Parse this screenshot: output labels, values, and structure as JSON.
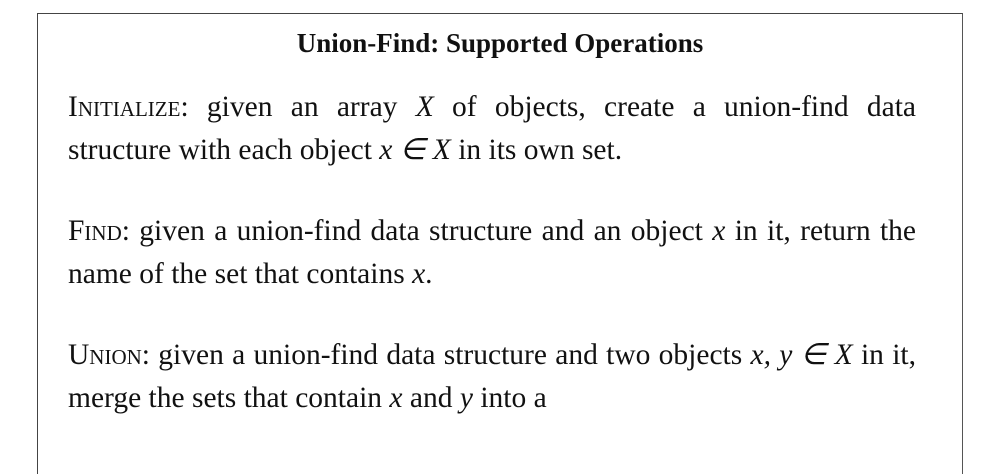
{
  "title": "Union-Find: Supported Operations",
  "operations": [
    {
      "name": "Initialize",
      "text_a": ": given an array ",
      "var1": "X",
      "text_b": " of objects, create a union-find data structure with each object ",
      "var2": "x ∈ X",
      "text_c": " in its own set."
    },
    {
      "name": "Find",
      "text_a": ": given a union-find data structure and an object ",
      "var1": "x",
      "text_b": " in it, return the name of the set that contains ",
      "var2": "x",
      "text_c": "."
    },
    {
      "name": "Union",
      "text_a": ": given a union-find data structure and two objects ",
      "var1": "x, y ∈ X",
      "text_b": " in it, merge the sets that contain ",
      "var2": "x",
      "text_c": " and ",
      "var3": "y",
      "text_d": " into a"
    }
  ]
}
